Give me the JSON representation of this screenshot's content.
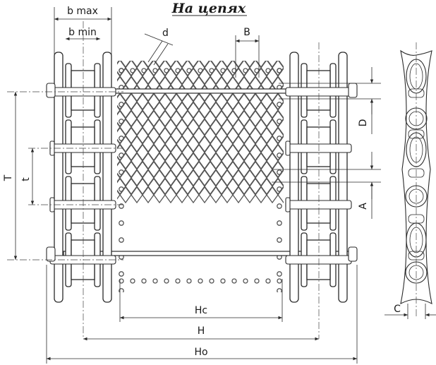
{
  "title": "На цепях",
  "labels": {
    "b_max": "b max",
    "b_min": "b min",
    "d": "d",
    "B": "B",
    "T": "T",
    "t": "t",
    "D": "D",
    "A": "A",
    "Hc": "Hc",
    "H": "H",
    "Ho": "Ho",
    "C": "C"
  }
}
